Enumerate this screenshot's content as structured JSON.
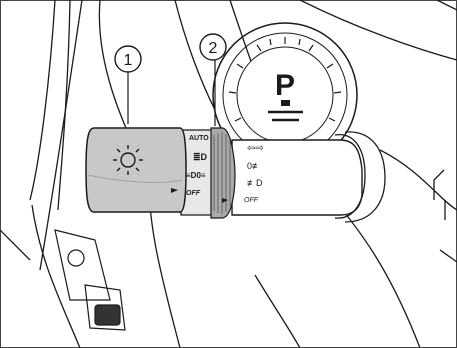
{
  "callouts": [
    {
      "number": "1"
    },
    {
      "number": "2"
    }
  ],
  "gauge": {
    "gear": "P"
  },
  "stalk_ring": {
    "auto": "AUTO",
    "headlight": "≣D",
    "parking": "≡D0≡",
    "off": "OFF"
  },
  "stalk_column": {
    "turn_signal": "⇦⇨",
    "rear_fog": "0≢",
    "front_fog": "≢D",
    "off": "OFF"
  },
  "icons": {
    "headlight_switch": "light-sun-icon"
  },
  "colors": {
    "line": "#1a1a1a",
    "lever_grey": "#c8c8c8",
    "lever_grey_dark": "#a9a9a9",
    "background": "#ffffff"
  }
}
